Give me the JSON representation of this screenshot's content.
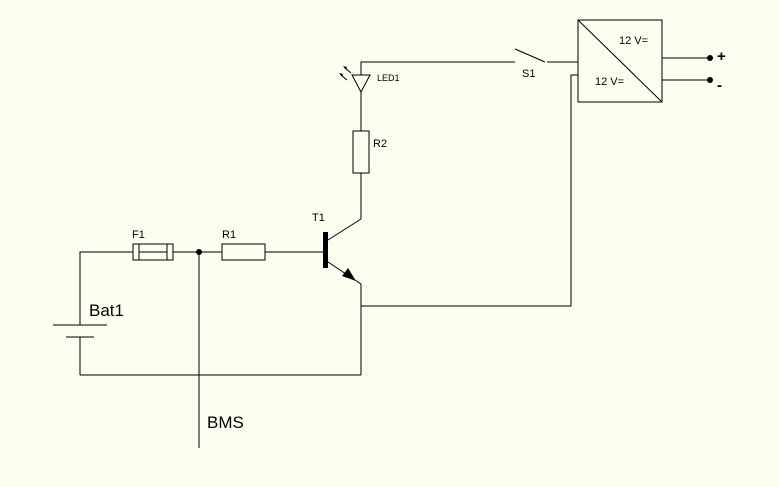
{
  "background": "#fdfdf0",
  "line_color": "#000000",
  "labels": {
    "battery": "Bat1",
    "fuse": "F1",
    "resistor_base": "R1",
    "resistor_led": "R2",
    "transistor": "T1",
    "led": "LED1",
    "switch": "S1",
    "converter_in": "12 V=",
    "converter_out": "12 V=",
    "terminal_plus": "+",
    "terminal_minus": "-",
    "bms": "BMS"
  }
}
